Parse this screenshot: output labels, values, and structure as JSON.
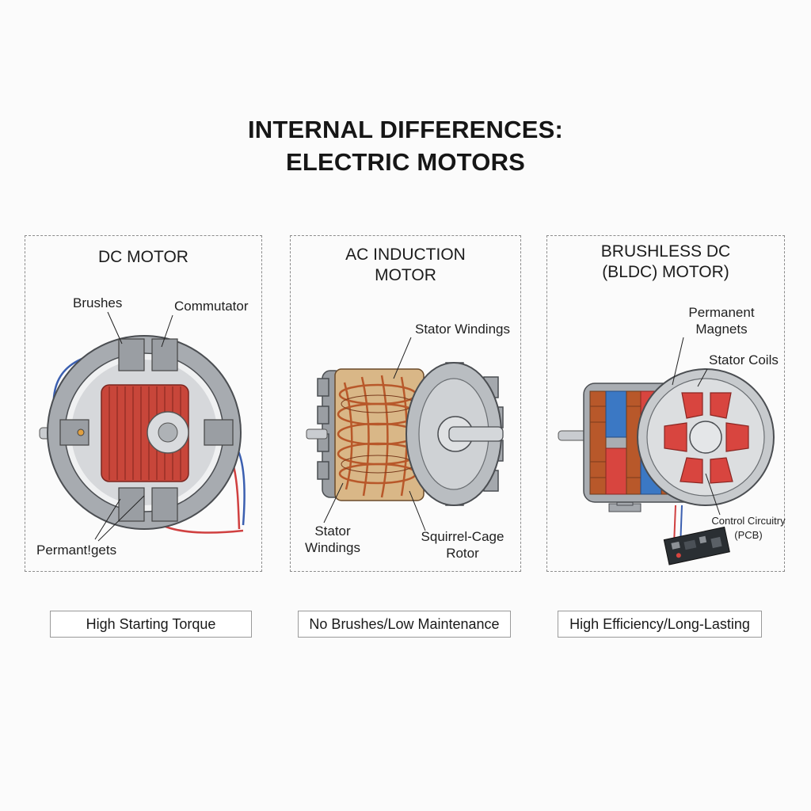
{
  "title": {
    "line1": "INTERNAL DIFFERENCES:",
    "line2": "ELECTRIC MOTORS"
  },
  "panels": [
    {
      "title_lines": [
        "DC MOTOR"
      ],
      "labels": {
        "brushes": "Brushes",
        "commutator": "Commutator",
        "magnets": "Permant!gets"
      },
      "caption": "High Starting Torque"
    },
    {
      "title_lines": [
        "AC INDUCTION",
        "MOTOR"
      ],
      "labels": {
        "stator_windings_top": "Stator Windings",
        "stator_windings_bottom": [
          "Stator",
          "Windings"
        ],
        "rotor": [
          "Squirrel-Cage",
          "Rotor"
        ]
      },
      "caption": "No Brushes/Low Maintenance"
    },
    {
      "title_lines": [
        "BRUSHLESS DC",
        "(BLDC) MOTOR)"
      ],
      "labels": {
        "permanent_magnets": [
          "Permanent",
          "Magnets"
        ],
        "stator_coils": "Stator Coils",
        "control": [
          "Control Circuitry",
          "(PCB)"
        ]
      },
      "caption": "High Efficiency/Long-Lasting"
    }
  ],
  "colors": {
    "copper": "#c0602a",
    "red_magnet": "#d8453f",
    "blue_magnet": "#3b78c4",
    "steel": "#9a9ea3"
  }
}
